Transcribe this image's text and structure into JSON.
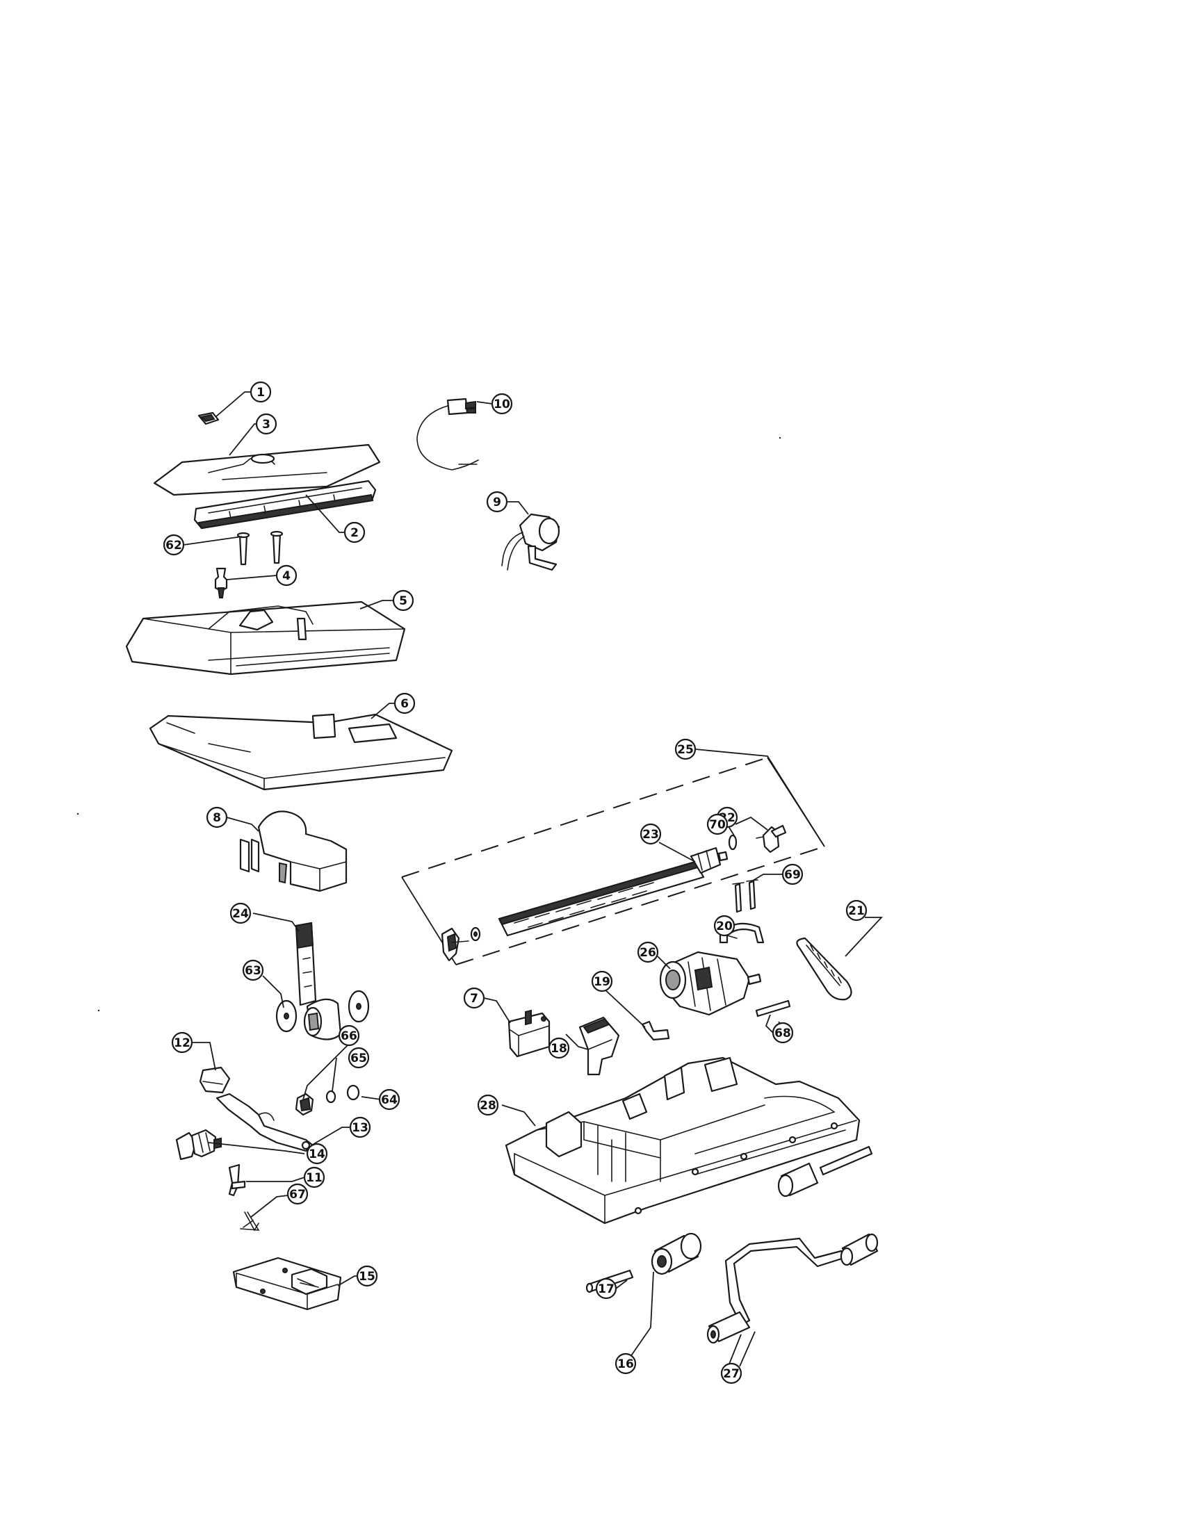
{
  "callouts": [
    {
      "id": "c1",
      "label": "1"
    },
    {
      "id": "c2",
      "label": "2"
    },
    {
      "id": "c3",
      "label": "3"
    },
    {
      "id": "c4",
      "label": "4"
    },
    {
      "id": "c5",
      "label": "5"
    },
    {
      "id": "c6",
      "label": "6"
    },
    {
      "id": "c7",
      "label": "7"
    },
    {
      "id": "c8",
      "label": "8"
    },
    {
      "id": "c9",
      "label": "9"
    },
    {
      "id": "c10",
      "label": "10"
    },
    {
      "id": "c11",
      "label": "11"
    },
    {
      "id": "c12",
      "label": "12"
    },
    {
      "id": "c13",
      "label": "13"
    },
    {
      "id": "c14",
      "label": "14"
    },
    {
      "id": "c15",
      "label": "15"
    },
    {
      "id": "c16",
      "label": "16"
    },
    {
      "id": "c17",
      "label": "17"
    },
    {
      "id": "c18",
      "label": "18"
    },
    {
      "id": "c19",
      "label": "19"
    },
    {
      "id": "c20",
      "label": "20"
    },
    {
      "id": "c21",
      "label": "21"
    },
    {
      "id": "c22",
      "label": "22"
    },
    {
      "id": "c23",
      "label": "23"
    },
    {
      "id": "c24",
      "label": "24"
    },
    {
      "id": "c25",
      "label": "25"
    },
    {
      "id": "c26",
      "label": "26"
    },
    {
      "id": "c27",
      "label": "27"
    },
    {
      "id": "c28",
      "label": "28"
    },
    {
      "id": "c62",
      "label": "62"
    },
    {
      "id": "c63",
      "label": "63"
    },
    {
      "id": "c64",
      "label": "64"
    },
    {
      "id": "c65",
      "label": "65"
    },
    {
      "id": "c66",
      "label": "66"
    },
    {
      "id": "c67",
      "label": "67"
    },
    {
      "id": "c68",
      "label": "68"
    },
    {
      "id": "c69",
      "label": "69"
    },
    {
      "id": "c70",
      "label": "70"
    }
  ]
}
